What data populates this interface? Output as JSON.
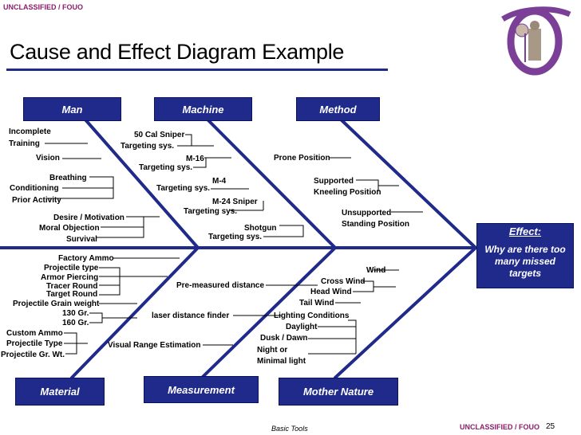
{
  "header": {
    "classification": "UNCLASSIFIED / FOUO"
  },
  "title": "Cause and Effect Diagram Example",
  "effect": {
    "label": "Effect:",
    "text": "Why are there too many missed targets"
  },
  "categories": {
    "man": "Man",
    "machine": "Machine",
    "method": "Method",
    "material": "Material",
    "measurement": "Measurement",
    "mother_nature": "Mother Nature"
  },
  "causes": {
    "man": [
      "Incomplete",
      "Training",
      "Vision",
      "Breathing",
      "Conditioning",
      "Prior Activity",
      "Desire / Motivation",
      "Moral Objection",
      "Survival"
    ],
    "machine": [
      "50 Cal Sniper",
      "Targeting sys.",
      "M-16",
      "Targeting sys.",
      "M-4",
      "Targeting sys.",
      "M-24 Sniper",
      "Targeting sys.",
      "Shotgun",
      "Targeting sys."
    ],
    "method": [
      "Prone Position",
      "Supported",
      "Kneeling Position",
      "Unsupported",
      "Standing Position"
    ],
    "material": [
      "Factory Ammo",
      "Projectile type",
      "Armor Piercing",
      "Tracer Round",
      "Target Round",
      "Projectile Grain weight",
      "130 Gr.",
      "160 Gr.",
      "Custom Ammo",
      "Projectile Type",
      "Projectile Gr. Wt."
    ],
    "measurement": [
      "Pre-measured distance",
      "laser distance finder",
      "Visual Range Estimation"
    ],
    "mother_nature": [
      "Wind",
      "Cross Wind",
      "Head Wind",
      "Tail Wind",
      "Lighting Conditions",
      "Daylight",
      "Dusk / Dawn",
      "Night or",
      "Minimal light"
    ]
  },
  "footer": {
    "center": "Basic Tools",
    "classification": "UNCLASSIFIED / FOUO",
    "page_number": "25"
  },
  "colors": {
    "bone": "#1f2a8a",
    "box": "#1f2a8a",
    "classification": "#8b1d6b",
    "logo": "#7b3f98"
  },
  "icons": {
    "logo": "seal-logo-icon"
  }
}
